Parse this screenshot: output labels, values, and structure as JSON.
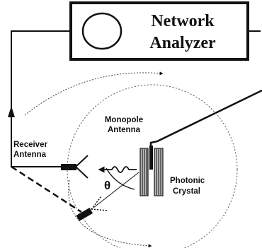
{
  "diagram": {
    "analyzer_line1": "Network",
    "analyzer_line2": "Analyzer",
    "monopole_line1": "Monopole",
    "monopole_line2": "Antenna",
    "receiver_line1": "Receiver",
    "receiver_line2": "Antenna",
    "crystal_line1": "Photonic",
    "crystal_line2": "Crystal",
    "angle_symbol": "θ"
  }
}
